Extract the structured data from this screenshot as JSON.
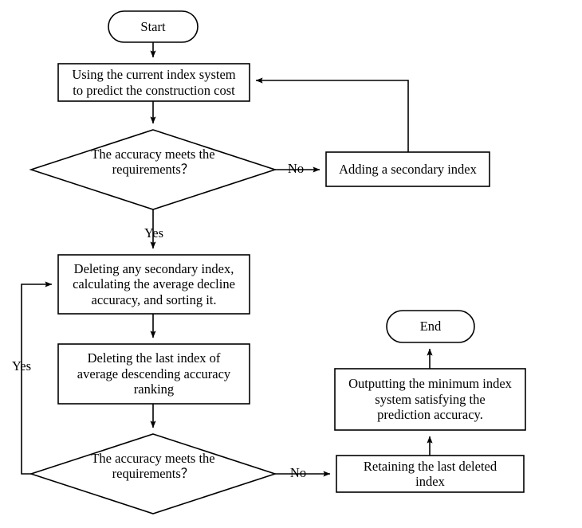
{
  "diagram": {
    "title": "Index system optimization flowchart",
    "background_color": "#ffffff",
    "stroke_color": "#000000",
    "text_color": "#000000",
    "nodes": {
      "start": {
        "label": "Start",
        "shape": "terminator"
      },
      "predict": {
        "label": "Using the current index system\nto predict the construction cost",
        "shape": "process"
      },
      "accuracy_check_1": {
        "label": "The accuracy meets the\nrequirements？",
        "shape": "decision"
      },
      "add_index": {
        "label": "Adding a secondary index",
        "shape": "process"
      },
      "delete_any": {
        "label": "Deleting any secondary index,\ncalculating the average decline\naccuracy, and sorting it.",
        "shape": "process"
      },
      "delete_last": {
        "label": "Deleting the last index of\naverage descending accuracy\nranking",
        "shape": "process"
      },
      "accuracy_check_2": {
        "label": "The accuracy meets the\nrequirements？",
        "shape": "decision"
      },
      "retain_last": {
        "label": "Retaining the last deleted\nindex",
        "shape": "process"
      },
      "output": {
        "label": "Outputting the minimum index\nsystem satisfying the\nprediction accuracy.",
        "shape": "process"
      },
      "end": {
        "label": "End",
        "shape": "terminator"
      }
    },
    "edge_labels": {
      "no_1": "No",
      "yes_1": "Yes",
      "no_2": "No",
      "yes_2": "Yes"
    }
  }
}
